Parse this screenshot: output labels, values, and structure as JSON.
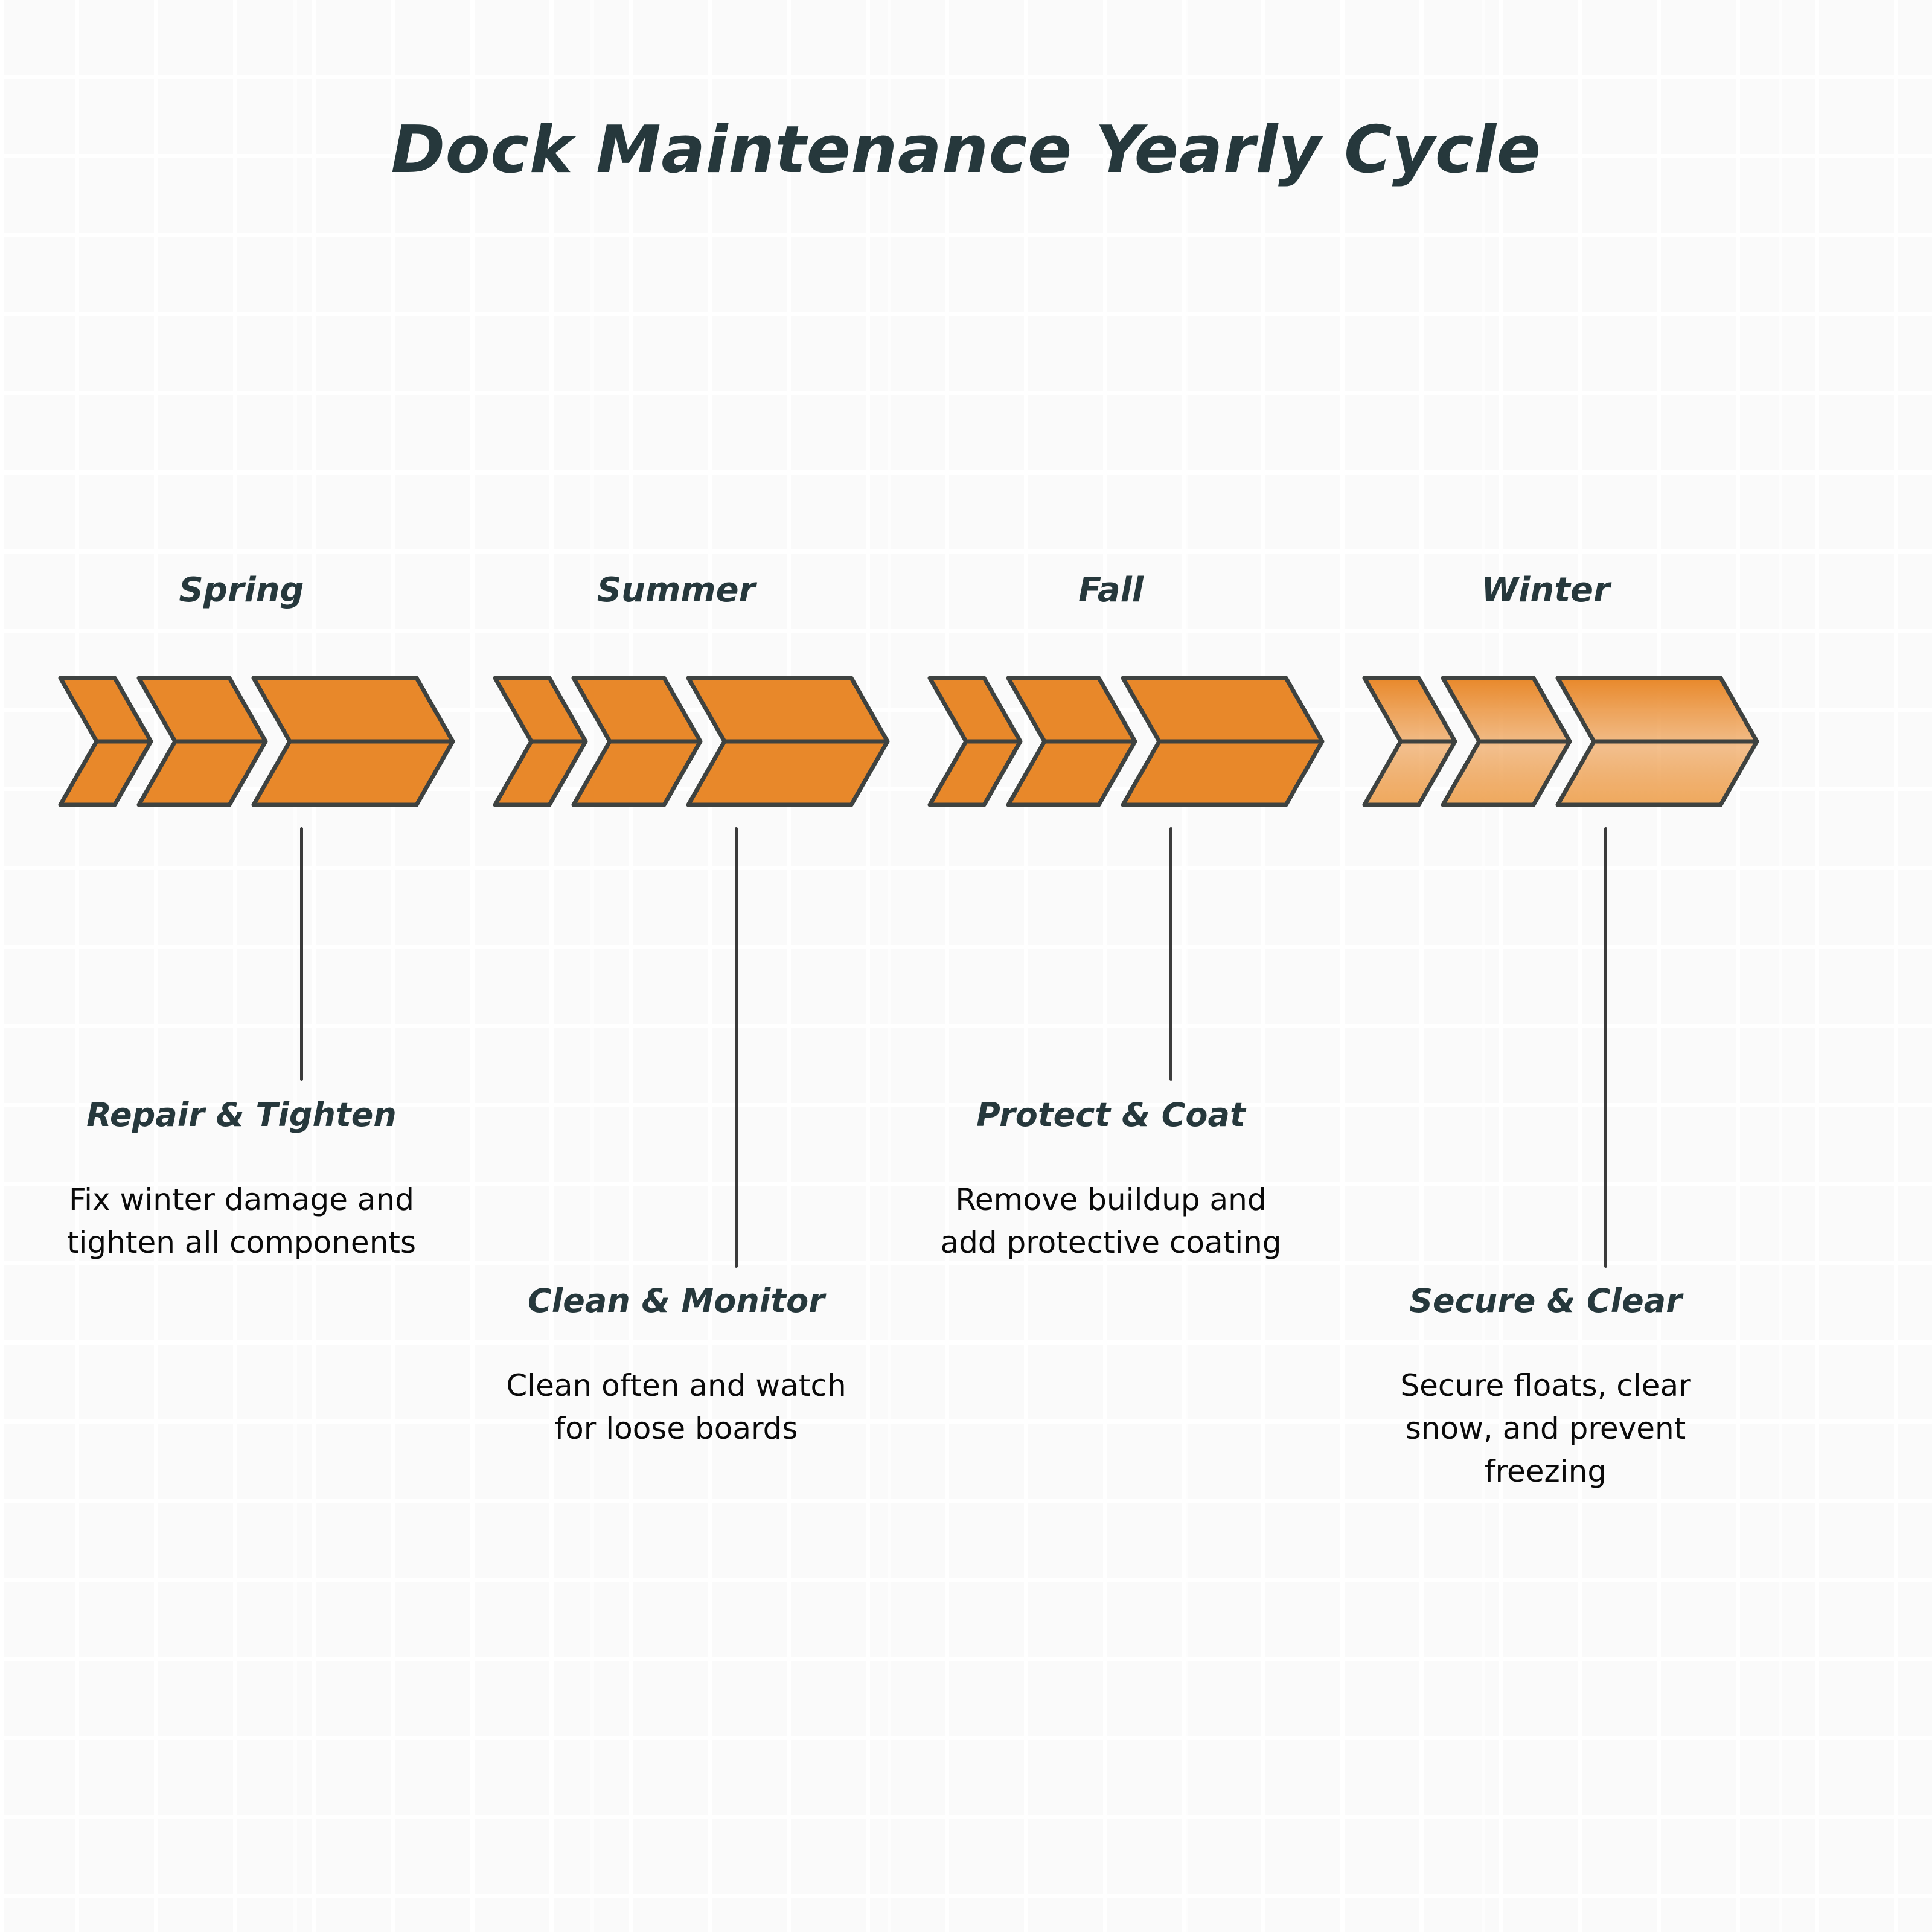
{
  "page": {
    "title": "Dock Maintenance Yearly Cycle",
    "background_color": "#fafafa",
    "grid_line_color": "#ffffff",
    "title_color": "#26383c",
    "accent_color": "#e8882a",
    "outline_color": "#3e4240",
    "connector_color": "#3b3b3b",
    "description_color": "#0a0a0a"
  },
  "chart_data": {
    "type": "timeline",
    "title": "Dock Maintenance Yearly Cycle",
    "categories": [
      "Spring",
      "Summer",
      "Fall",
      "Winter"
    ],
    "stages": [
      {
        "season": "Spring",
        "step_title": "Repair & Tighten",
        "step_description": "Fix winter damage and tighten all components",
        "chevron_count": 3,
        "fill": "#e8882a",
        "faded": false,
        "text_position": "upper"
      },
      {
        "season": "Summer",
        "step_title": "Clean & Monitor",
        "step_description": "Clean often and watch for loose boards",
        "chevron_count": 3,
        "fill": "#e8882a",
        "faded": false,
        "text_position": "lower"
      },
      {
        "season": "Fall",
        "step_title": "Protect & Coat",
        "step_description": "Remove buildup and add protective coating",
        "chevron_count": 3,
        "fill": "#e8882a",
        "faded": false,
        "text_position": "upper"
      },
      {
        "season": "Winter",
        "step_title": "Secure & Clear",
        "step_description": "Secure floats, clear snow, and prevent freezing",
        "chevron_count": 3,
        "fill": "#eda04a",
        "faded": true,
        "text_position": "lower"
      }
    ]
  },
  "stages": [
    {
      "season": "Spring",
      "step_title": "Repair & Tighten",
      "step_description": "Fix winter damage and tighten all components"
    },
    {
      "season": "Summer",
      "step_title": "Clean & Monitor",
      "step_description": "Clean often and watch for loose boards"
    },
    {
      "season": "Fall",
      "step_title": "Protect & Coat",
      "step_description": "Remove buildup and add protective coating"
    },
    {
      "season": "Winter",
      "step_title": "Secure & Clear",
      "step_description": "Secure floats, clear snow, and prevent freezing"
    }
  ]
}
